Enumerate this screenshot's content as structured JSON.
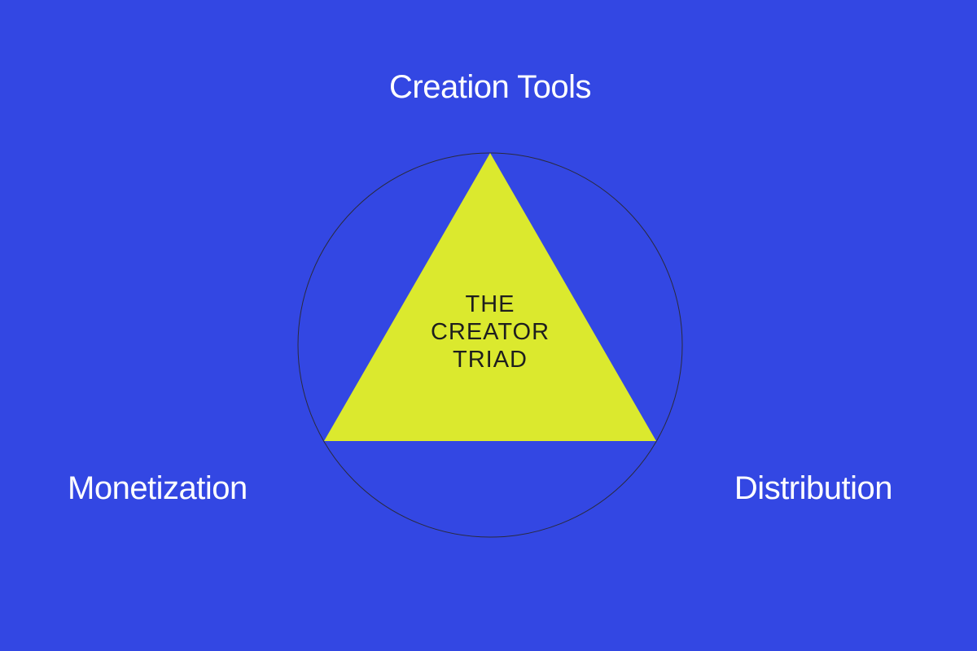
{
  "diagram": {
    "top_label": "Creation Tools",
    "left_label": "Monetization",
    "right_label": "Distribution",
    "center": {
      "line1": "THE",
      "line2": "CREATOR",
      "line3": "TRIAD"
    }
  },
  "colors": {
    "background": "#3347E3",
    "triangle": "#DBE92E",
    "circle_stroke": "#2A2A3C",
    "label_text": "#FFFFFF",
    "center_text": "#1E1E1E"
  }
}
